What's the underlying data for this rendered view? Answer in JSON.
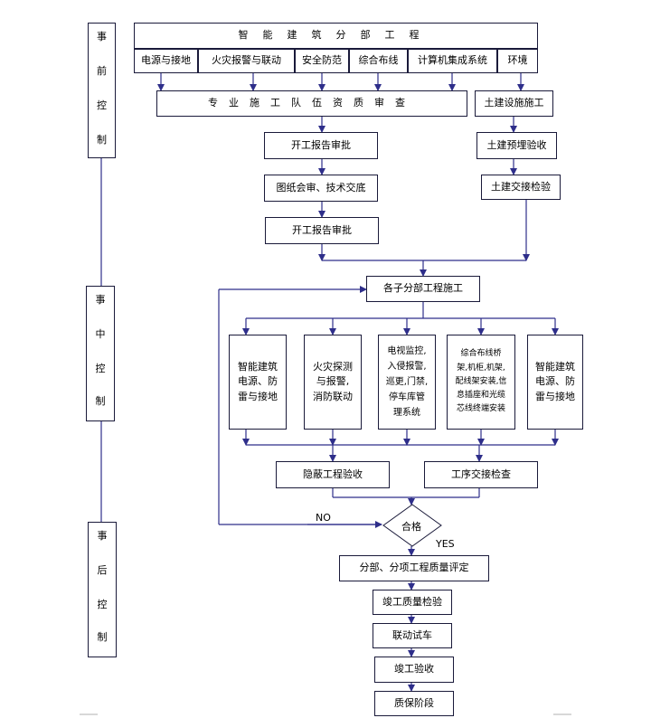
{
  "phases": {
    "pre": [
      "事",
      "前",
      "控",
      "制"
    ],
    "mid": [
      "事",
      "中",
      "控",
      "制"
    ],
    "post": [
      "事",
      "后",
      "控",
      "制"
    ]
  },
  "header": {
    "title": "智能建筑分部工程",
    "subsystems": [
      "电源与接地",
      "火灾报警与联动",
      "安全防范",
      "综合布线",
      "计算机集成系统",
      "环境"
    ]
  },
  "pre_control": {
    "qualification_review": "专业施工队伍资质审查",
    "civil_construction": "土建设施施工",
    "start_report_1": "开工报告审批",
    "civil_embedded_acceptance": "土建预埋验收",
    "drawing_review": "图纸会审、技术交底",
    "civil_handover": "土建交接检验",
    "start_report_2": "开工报告审批"
  },
  "mid_control": {
    "sub_construction": "各子分部工程施工",
    "parallel_items": [
      [
        "智能建筑",
        "电源、防",
        "雷与接地"
      ],
      [
        "火灾探测",
        "与报警,",
        "消防联动"
      ],
      [
        "电视监控,",
        "入侵报警,",
        "巡更,门禁,",
        "停车库管",
        "理系统"
      ],
      [
        "综合布线桥",
        "架,机柜,机架,",
        "配线架安装,信",
        "息插座和光缆",
        "芯线终端安装"
      ],
      [
        "智能建筑",
        "电源、防",
        "雷与接地"
      ]
    ],
    "hidden_acceptance": "隐蔽工程验收",
    "process_handover": "工序交接检查",
    "decision": "合格",
    "no_label": "NO",
    "yes_label": "YES"
  },
  "post_control": {
    "quality_assessment": "分部、分项工程质量评定",
    "completion_inspection": "竣工质量检验",
    "linked_trial": "联动试车",
    "completion_acceptance": "竣工验收",
    "warranty": "质保阶段"
  }
}
